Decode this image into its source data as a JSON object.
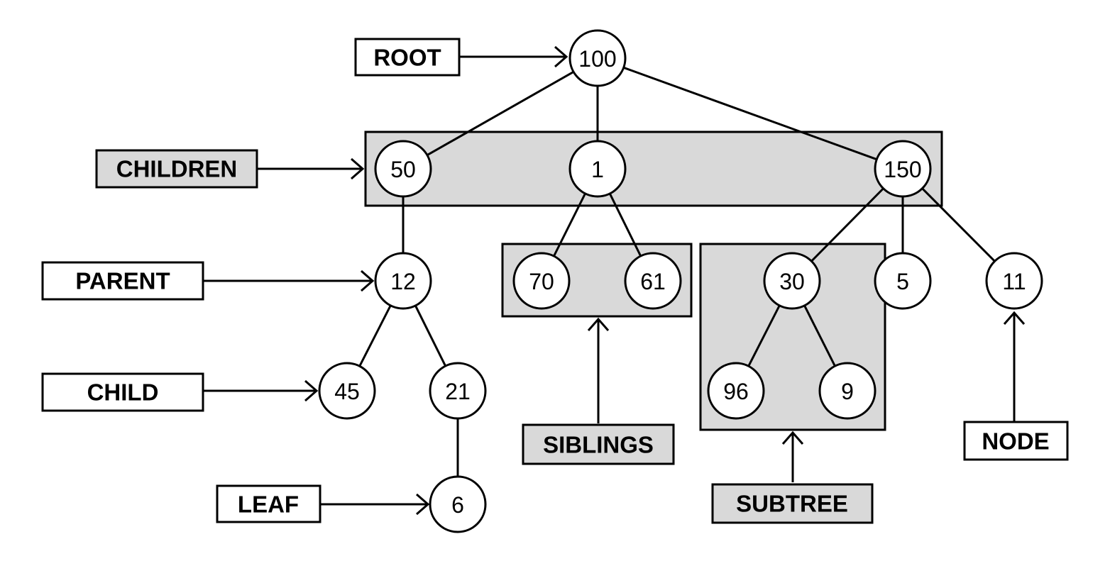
{
  "colors": {
    "shaded_fill": "#d9d9d9",
    "plain_fill": "#ffffff",
    "stroke": "#000000"
  },
  "labels": [
    {
      "id": "root",
      "text": "ROOT",
      "shaded": false
    },
    {
      "id": "children",
      "text": "CHILDREN",
      "shaded": true
    },
    {
      "id": "parent",
      "text": "PARENT",
      "shaded": false
    },
    {
      "id": "child",
      "text": "CHILD",
      "shaded": false
    },
    {
      "id": "leaf",
      "text": "LEAF",
      "shaded": false
    },
    {
      "id": "siblings",
      "text": "SIBLINGS",
      "shaded": true
    },
    {
      "id": "subtree",
      "text": "SUBTREE",
      "shaded": true
    },
    {
      "id": "node",
      "text": "NODE",
      "shaded": false
    }
  ],
  "nodes": [
    {
      "id": "n100",
      "value": "100"
    },
    {
      "id": "n50",
      "value": "50"
    },
    {
      "id": "n1",
      "value": "1"
    },
    {
      "id": "n150",
      "value": "150"
    },
    {
      "id": "n12",
      "value": "12"
    },
    {
      "id": "n70",
      "value": "70"
    },
    {
      "id": "n61",
      "value": "61"
    },
    {
      "id": "n30",
      "value": "30"
    },
    {
      "id": "n5",
      "value": "5"
    },
    {
      "id": "n11",
      "value": "11"
    },
    {
      "id": "n45",
      "value": "45"
    },
    {
      "id": "n21",
      "value": "21"
    },
    {
      "id": "n96",
      "value": "96"
    },
    {
      "id": "n9",
      "value": "9"
    },
    {
      "id": "n6",
      "value": "6"
    }
  ],
  "edges": [
    [
      "n100",
      "n50"
    ],
    [
      "n100",
      "n1"
    ],
    [
      "n100",
      "n150"
    ],
    [
      "n50",
      "n12"
    ],
    [
      "n1",
      "n70"
    ],
    [
      "n1",
      "n61"
    ],
    [
      "n150",
      "n30"
    ],
    [
      "n150",
      "n5"
    ],
    [
      "n150",
      "n11"
    ],
    [
      "n12",
      "n45"
    ],
    [
      "n12",
      "n21"
    ],
    [
      "n30",
      "n96"
    ],
    [
      "n30",
      "n9"
    ],
    [
      "n21",
      "n6"
    ]
  ],
  "groups": [
    "children-group",
    "siblings-group",
    "subtree-group"
  ]
}
